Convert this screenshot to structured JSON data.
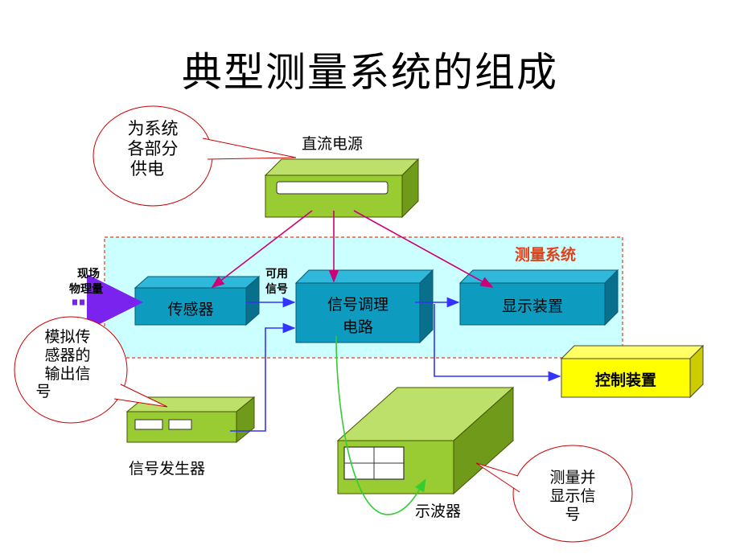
{
  "title": "典型测量系统的组成",
  "region_label": "测量系统",
  "blocks": {
    "power_supply": "直流电源",
    "sensor": "传感器",
    "conditioning_line1": "信号调理",
    "conditioning_line2": "电路",
    "display": "显示装置",
    "control": "控制装置",
    "signal_generator": "信号发生器",
    "oscilloscope": "示波器"
  },
  "labels": {
    "input_line1": "现场",
    "input_line2": "物理量",
    "usable_line1": "可用",
    "usable_line2": "信号"
  },
  "callouts": {
    "power": [
      "为系统",
      "各部分",
      "供电"
    ],
    "simulate": [
      "模拟传",
      "感器的",
      "输出信",
      "号"
    ],
    "measure": [
      "测量并",
      "显示信",
      "号"
    ]
  },
  "colors": {
    "box_blue": "#0d9cc0",
    "box_blue_top": "#30b8da",
    "box_blue_side": "#08708c",
    "device_green": "#99cc33",
    "device_green_top": "#bde06a",
    "device_green_side": "#6f9a1a",
    "control_yellow": "#ffff00",
    "region_fill": "#ccffff",
    "region_border": "#e0401a",
    "region_label": "#e0401a",
    "power_arrow": "#cc0077",
    "signal_arrow": "#3333ff",
    "probe_green": "#33cc33",
    "callout_border": "#cc0000"
  }
}
